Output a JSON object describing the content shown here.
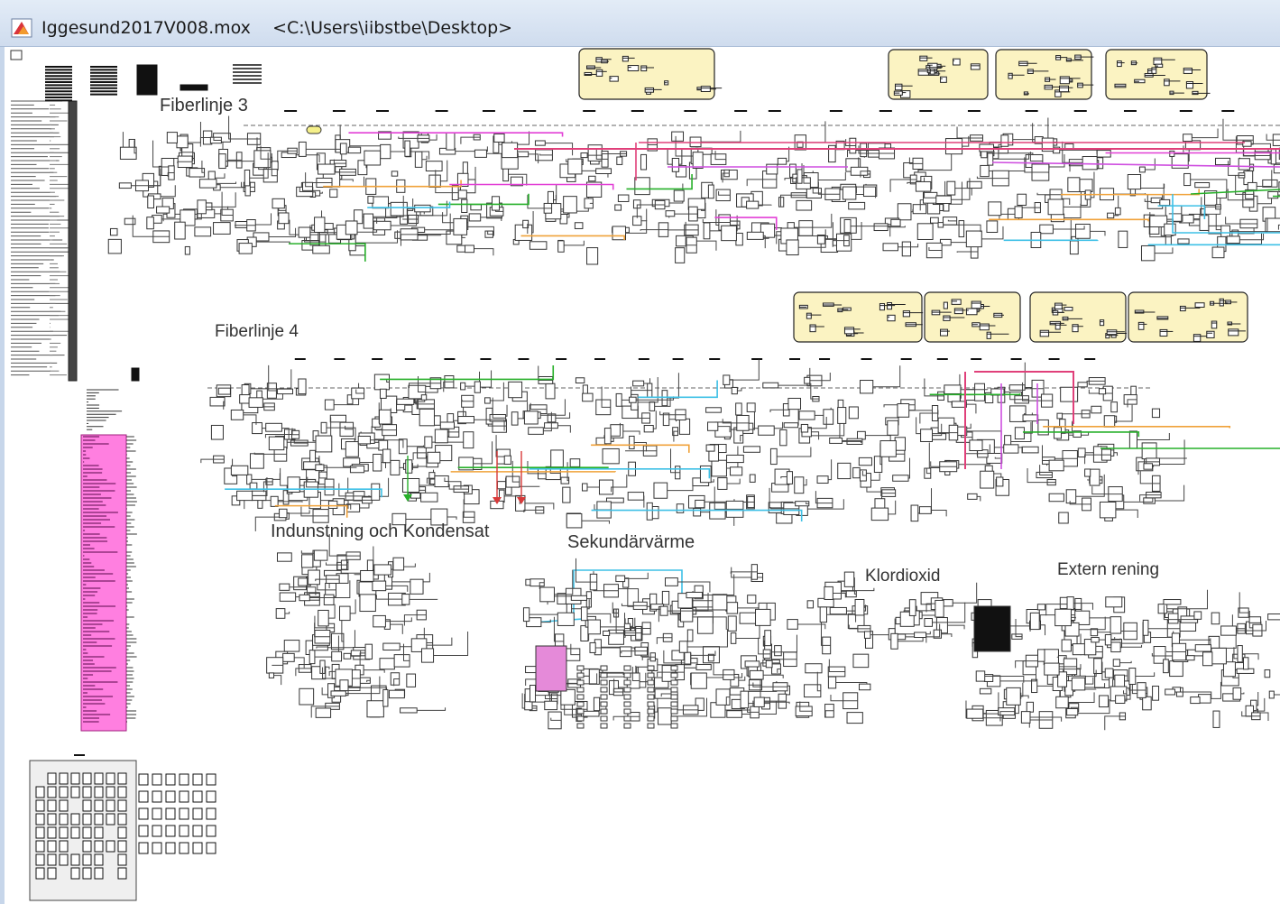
{
  "window": {
    "filename": "Iggesund2017V008.mox",
    "path": "<C:\\Users\\iibstbe\\Desktop>"
  },
  "sections": {
    "fiberlinje3": "Fiberlinje 3",
    "fiberlinje4": "Fiberlinje 4",
    "indunstning": "Indunstning och Kondensat",
    "sekundarvarme": "Sekundärvärme",
    "klordioxid": "Klordioxid",
    "extern_rening": "Extern rening"
  },
  "colors": {
    "panel_yellow": "#fbf3c2",
    "magenta": "#e23fd6",
    "pink_legend": "#ff7fe0",
    "green": "#27b02a",
    "orange": "#f0a23a",
    "cyan": "#3ec0e6",
    "red": "#d83a3a",
    "line": "#555555"
  },
  "icons": {
    "app": "mox-app-icon"
  }
}
